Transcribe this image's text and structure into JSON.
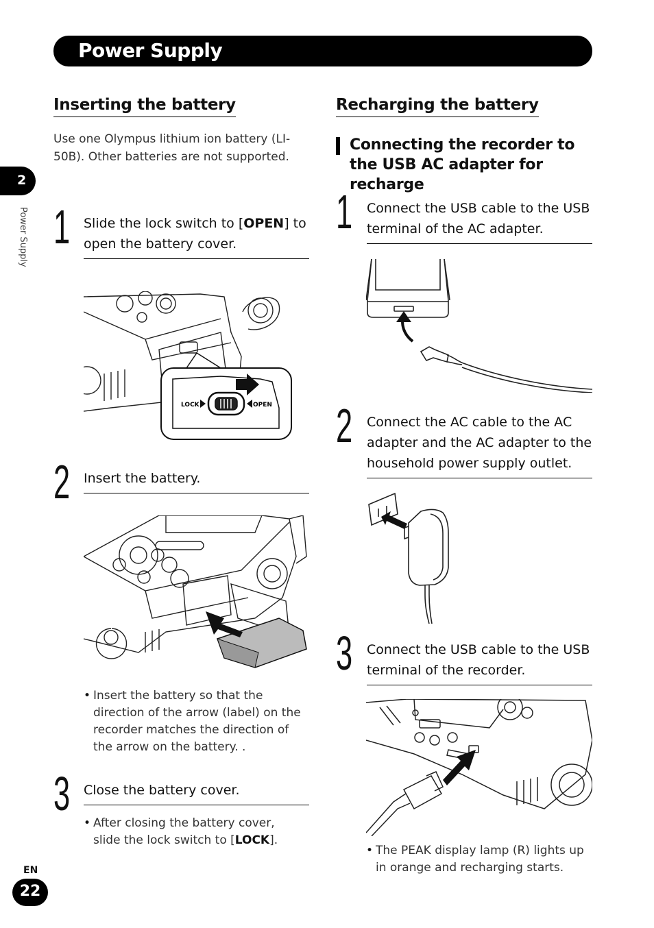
{
  "header": {
    "title": "Power Supply"
  },
  "side": {
    "chapter": "2",
    "label": "Power Supply"
  },
  "left": {
    "heading": "Inserting the battery",
    "intro": "Use one Olympus lithium ion battery (LI-50B). Other batteries are not supported.",
    "steps": [
      {
        "num": "1",
        "pre": "Slide the lock switch to [",
        "bold": "OPEN",
        "post": "] to open the battery cover."
      },
      {
        "num": "2",
        "text": "Insert the battery."
      },
      {
        "num": "3",
        "text": "Close the battery cover."
      }
    ],
    "illus1": {
      "lock": "LOCK",
      "open": "OPEN"
    },
    "note2": "Insert the battery so that the direction of the arrow (label) on the recorder matches the direction of the arrow on the battery. .",
    "note3": {
      "pre": "After closing the battery cover, slide the lock switch to [",
      "bold": "LOCK",
      "post": "]."
    }
  },
  "right": {
    "heading": "Recharging the battery",
    "subheading": "Connecting the recorder to the USB AC adapter for recharge",
    "steps": [
      {
        "num": "1",
        "text": "Connect the USB cable to the USB terminal of the AC adapter."
      },
      {
        "num": "2",
        "text": "Connect the AC cable to the AC adapter and the AC adapter to the household power supply outlet."
      },
      {
        "num": "3",
        "text": "Connect the USB cable to the USB terminal of the recorder."
      }
    ],
    "note": "The PEAK display lamp (R) lights up in orange and recharging starts."
  },
  "footer": {
    "lang": "EN",
    "page": "22"
  }
}
